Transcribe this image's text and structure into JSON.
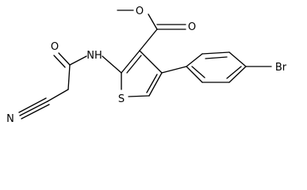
{
  "structure": {
    "atoms": {
      "O_methoxy": "O",
      "O_carbonyl_ester": "O",
      "N_amide": "NH",
      "O_carbonyl_amide": "O",
      "S_ring": "S",
      "N_nitrile": "N",
      "Br": "Br"
    }
  },
  "colors": {
    "bond": "#000000",
    "background": "#ffffff",
    "text": "#000000"
  }
}
